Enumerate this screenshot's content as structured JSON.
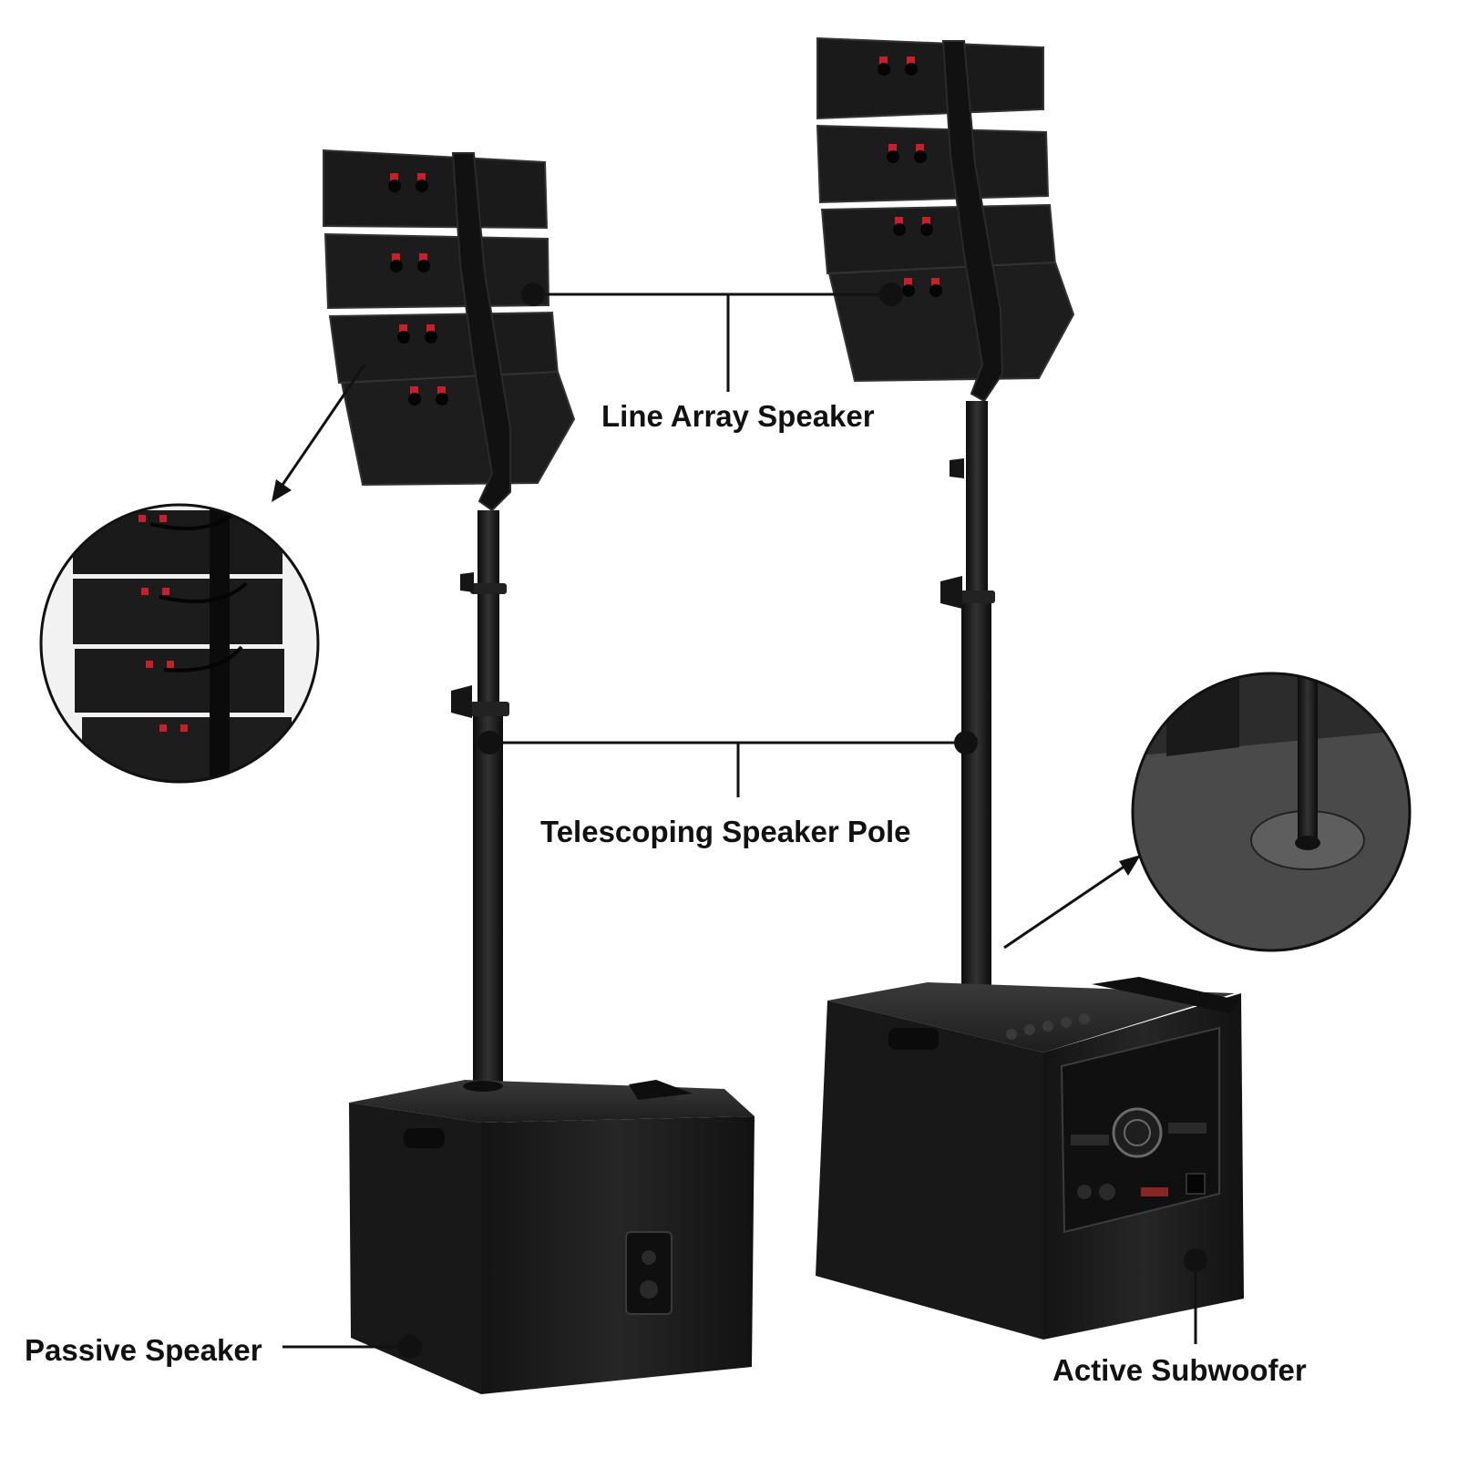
{
  "labels": {
    "line_array": "Line Array Speaker",
    "pole": "Telescoping Speaker Pole",
    "passive": "Passive Speaker",
    "active": "Active Subwoofer"
  },
  "colors": {
    "background": "#ffffff",
    "speaker_body": "#1b1b1b",
    "callout": "#111111",
    "connector_accent": "#c8202a"
  }
}
